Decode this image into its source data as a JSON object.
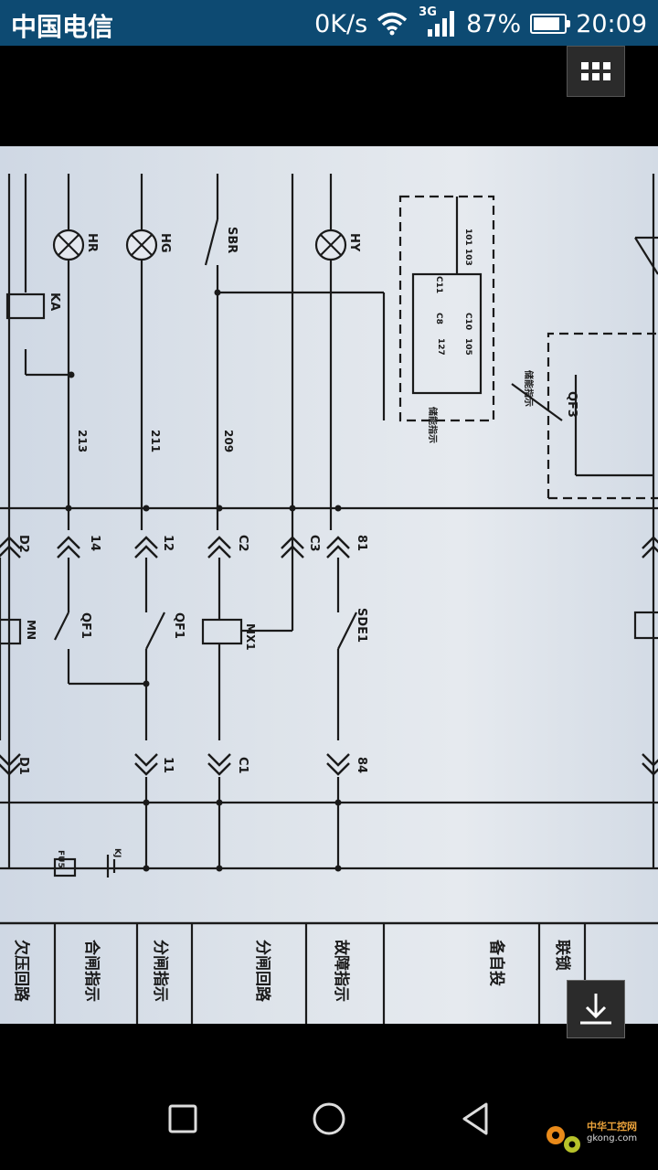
{
  "status_bar": {
    "carrier": "中国电信",
    "speed": "0K/s",
    "network_type": "3G",
    "battery": "87%",
    "battery_level": 0.87,
    "time": "20:09"
  },
  "toolbar": {
    "menu_icon": "grid-menu-icon"
  },
  "photo": {
    "row_labels": [
      "欠压回路",
      "合闸指示",
      "分闸指示",
      "分闸回路",
      "故障指示",
      "备自投",
      "联锁"
    ],
    "lamps": [
      "HR",
      "HG",
      "HY"
    ],
    "switch": "SBR",
    "relay": "KA",
    "wire_numbers": [
      "213",
      "211",
      "209"
    ],
    "terminals_top": [
      "D2",
      "14",
      "12",
      "C2",
      "C3",
      "81"
    ],
    "terminals_bottom": [
      "D1",
      "11",
      "C1",
      "84"
    ],
    "contacts": [
      "QF1",
      "QF1",
      "SDE1",
      "QF3"
    ],
    "coils": [
      "MN",
      "MX1"
    ],
    "block_labels": [
      "101",
      "103",
      "105",
      "127",
      "C11",
      "C8",
      "C10"
    ],
    "fuse": "FU5",
    "ground": "KJ",
    "note": "储能指示"
  },
  "download": {
    "icon": "download-icon"
  },
  "nav": {
    "back": "back-icon",
    "home": "home-icon",
    "recent": "recent-apps-icon"
  },
  "watermark": {
    "site": "中华工控网",
    "url": "gkong.com"
  }
}
